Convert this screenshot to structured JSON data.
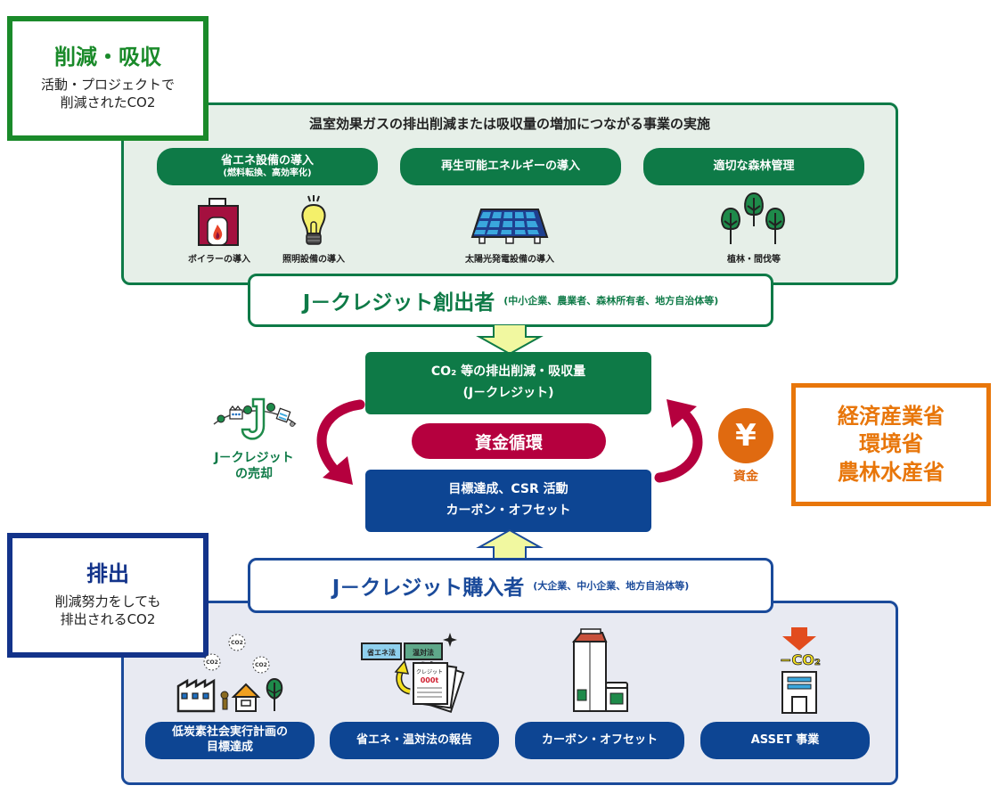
{
  "reduce_callout": {
    "title": "削減・吸収",
    "desc_line1": "活動・プロジェクトで",
    "desc_line2": "削減されたCO2",
    "color": "#1a8a2a"
  },
  "emit_callout": {
    "title": "排出",
    "desc_line1": "削減努力をしても",
    "desc_line2": "排出されるCO2",
    "color": "#13338a"
  },
  "ministries": {
    "items": [
      "経済産業省",
      "環境省",
      "農林水産省"
    ],
    "color": "#e8760a"
  },
  "top_panel": {
    "heading": "温室効果ガスの排出削減または吸収量の増加につながる事業の実施",
    "categories": [
      {
        "label": "省エネ設備の導入",
        "sub": "(燃料転換、高効率化)"
      },
      {
        "label": "再生可能エネルギーの導入",
        "sub": ""
      },
      {
        "label": "適切な森林管理",
        "sub": ""
      }
    ],
    "icons": [
      {
        "icon": "boiler-icon",
        "label": "ボイラーの導入"
      },
      {
        "icon": "light-bulb-icon",
        "label": "照明設備の導入"
      },
      {
        "icon": "solar-panel-icon",
        "label": "太陽光発電設備の導入"
      },
      {
        "icon": "trees-icon",
        "label": "植林・間伐等"
      }
    ],
    "color": "#0e7a47"
  },
  "creator": {
    "title": "J－クレジット創出者",
    "note": "(中小企業、農業者、森林所有者、地方自治体等)"
  },
  "center": {
    "credit_line1": "CO₂ 等の排出削減・吸収量",
    "credit_line2": "(J－クレジット)",
    "fund_cycle": "資金循環",
    "target_line1": "目標達成、CSR 活動",
    "target_line2": "カーボン・オフセット",
    "sell_line1": "J－クレジット",
    "sell_line2": "の売却",
    "yen_symbol": "¥",
    "fund_label": "資金"
  },
  "buyer": {
    "title": "J－クレジット購入者",
    "note": "(大企業、中小企業、地方自治体等)"
  },
  "bottom_panel": {
    "items": [
      {
        "icon": "factory-town-icon",
        "label_line1": "低炭素社会実行計画の",
        "label_line2": "目標達成"
      },
      {
        "icon": "report-documents-icon",
        "label_line1": "省エネ・温対法の報告",
        "label_line2": ""
      },
      {
        "icon": "product-package-icon",
        "label_line1": "カーボン・オフセット",
        "label_line2": ""
      },
      {
        "icon": "minus-co2-building-icon",
        "label_line1": "ASSET 事業",
        "label_line2": ""
      }
    ],
    "co2_bubble": "CO2",
    "report_tags": [
      "省エネ法",
      "温対法"
    ],
    "report_doc_title": "クレジット",
    "report_doc_value": "000t",
    "minus_co2_text": "−CO₂",
    "color": "#0d4593"
  }
}
